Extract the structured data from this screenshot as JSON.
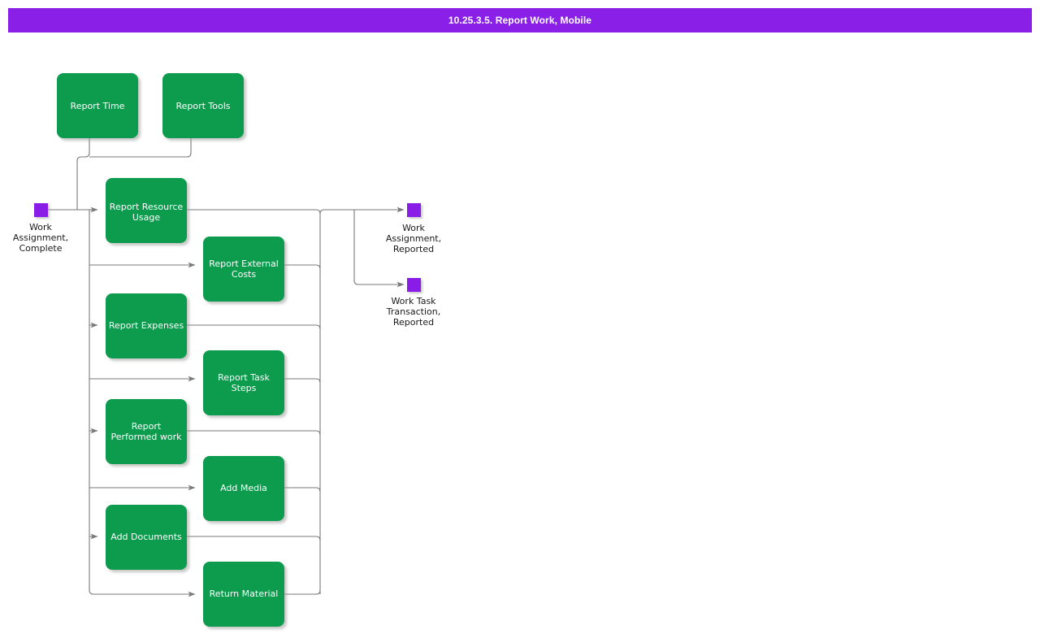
{
  "titlebar": {
    "title": "10.25.3.5. Report Work, Mobile",
    "background_color": "#8A1FE8",
    "text_color": "#FFFFFF"
  },
  "diagram": {
    "type": "flowchart",
    "node_fill_color": "#0C9B4D",
    "node_text_color": "#FFFFFF",
    "terminator_color": "#8A1FE8",
    "edge_color": "#7A7A7A",
    "start_nodes": [
      {
        "id": "start-work-assignment-complete",
        "label_line1": "Work",
        "label_line2": "Assignment,",
        "label_line3": "Complete"
      }
    ],
    "end_nodes": [
      {
        "id": "end-work-assignment-reported",
        "label_line1": "Work",
        "label_line2": "Assignment,",
        "label_line3": "Reported"
      },
      {
        "id": "end-work-task-transaction-reported",
        "label_line1": "Work Task",
        "label_line2": "Transaction,",
        "label_line3": "Reported"
      }
    ],
    "process_nodes": [
      {
        "id": "report-time",
        "label_line1": "Report Time",
        "label_line2": ""
      },
      {
        "id": "report-tools",
        "label_line1": "Report Tools",
        "label_line2": ""
      },
      {
        "id": "report-resource-usage",
        "label_line1": "Report Resource",
        "label_line2": "Usage"
      },
      {
        "id": "report-external-costs",
        "label_line1": "Report External",
        "label_line2": "Costs"
      },
      {
        "id": "report-expenses",
        "label_line1": "Report Expenses",
        "label_line2": ""
      },
      {
        "id": "report-task-steps",
        "label_line1": "Report Task",
        "label_line2": "Steps"
      },
      {
        "id": "report-performed-work",
        "label_line1": "Report",
        "label_line2": "Performed work"
      },
      {
        "id": "add-media",
        "label_line1": "Add Media",
        "label_line2": ""
      },
      {
        "id": "add-documents",
        "label_line1": "Add Documents",
        "label_line2": ""
      },
      {
        "id": "return-material",
        "label_line1": "Return Material",
        "label_line2": ""
      }
    ]
  }
}
